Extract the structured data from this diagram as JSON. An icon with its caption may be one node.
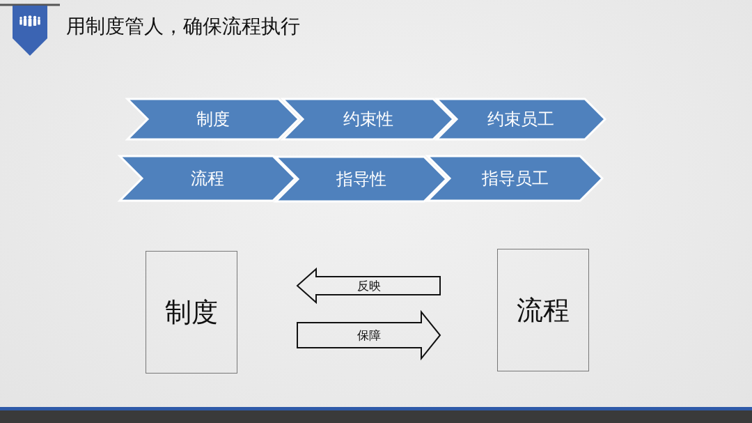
{
  "diagram": {
    "title": "用制度管人，确保流程执行",
    "nodes": [
      {
        "text": [
          "制度"
        ]
      },
      {
        "text": [
          "约束性"
        ]
      },
      {
        "text": [
          "约束员工"
        ]
      },
      {
        "text": [
          "流程"
        ]
      },
      {
        "text": [
          "指导性"
        ]
      },
      {
        "text": [
          "指导员工"
        ]
      },
      {
        "text": [
          "制度"
        ]
      },
      {
        "text": [
          "流程"
        ]
      }
    ],
    "edges": [
      {
        "from": 7,
        "to": 6,
        "arrow": "to",
        "label": "反映"
      },
      {
        "from": 6,
        "to": 7,
        "arrow": "to",
        "label": "保障"
      }
    ]
  }
}
